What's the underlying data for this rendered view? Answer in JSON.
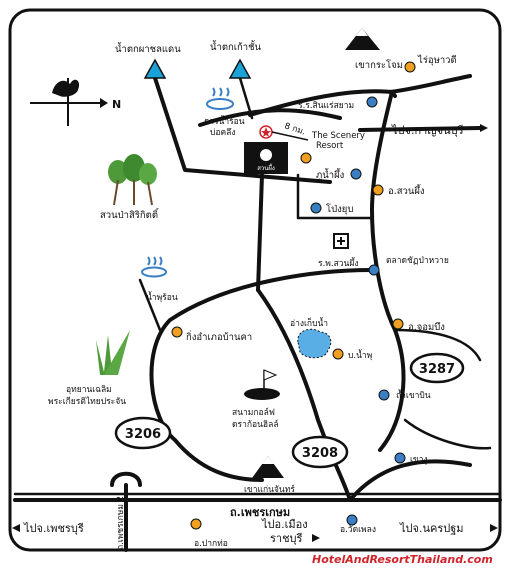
{
  "map": {
    "north_label": "N",
    "labels": {
      "waterfall_west": "น้ำตกผาชลแดน",
      "waterfall_east": "น้ำตกเก้าชั้น",
      "mountain_north": "เขากระโจม",
      "rai_ou": "ไร่อุษาวดี",
      "hotspring_1a": "ธารน้ำร้อน",
      "hotspring_1b": "บ่อคลึง",
      "school": "ร.ร.สินแร่สยาม",
      "scenery_km": "8 กม.",
      "scenery_line1": "The Scenery",
      "scenery_line2": "Resort",
      "to_kanchanaburi": "ไปจ.กาญจนบุรี",
      "phu_nam_phueng": "ภูน้ำผึ้ง",
      "amphoe_suan_phueng": "อ.สวนผึ้ง",
      "botanic_garden": "สวนป่าสิริกิตติ์",
      "pong_yub": "โป่งยุบ",
      "hospital_line1": "ร.พ.สวนผึ้ง",
      "market": "ตลาดชัฏป่าหวาย",
      "hotspring_2": "น้ำพุร้อน",
      "reservoir": "อ่างเก็บน้ำ",
      "district_office": "กิ่งอำเภอบ้านคา",
      "amphoe_chom_bueng": "อ.จอมบึง",
      "ban_nam_phu": "บ.น้ำพุ",
      "park_line1": "อุทยานเฉลิม",
      "park_line2": "พระเกียรติไทยประจัน",
      "golf_line1": "สนามกอล์ฟ",
      "golf_line2": "ดราก้อนฮิลล์",
      "cave": "ถ้ำเขาบิน",
      "khao_ngu": "เขางู",
      "mountain_south": "เขาแก่นจันทร์",
      "phetkasem_road": "ถ.เพชรเกษม",
      "phetkasem_2": "ถ.เพชรเกษม 2",
      "to_phetchaburi": "ไปจ.เพชรบุรี",
      "pak_tho": "อ.ปากท่อ",
      "to_ratchaburi_line1": "ไปอ.เมือง",
      "to_ratchaburi_line2": "ราชบุรี",
      "wat_phleng": "อ.วัดเพลง",
      "to_nakhon_pathom": "ไปจ.นครปฐม",
      "watermark": "HotelAndResortThailand.com",
      "resort_sign": "สวนผึ้ง"
    },
    "routes": {
      "r3206": "3206",
      "r3208": "3208",
      "r3287": "3287"
    },
    "colors": {
      "waterfall_triangle": "#1aa3d9",
      "poi_orange": "#f0a020",
      "poi_blue": "#3a7fc4",
      "reservoir": "#5aaee6",
      "road": "#111111",
      "watermark_red": "#d0242c",
      "star_red": "#d0242c"
    }
  }
}
